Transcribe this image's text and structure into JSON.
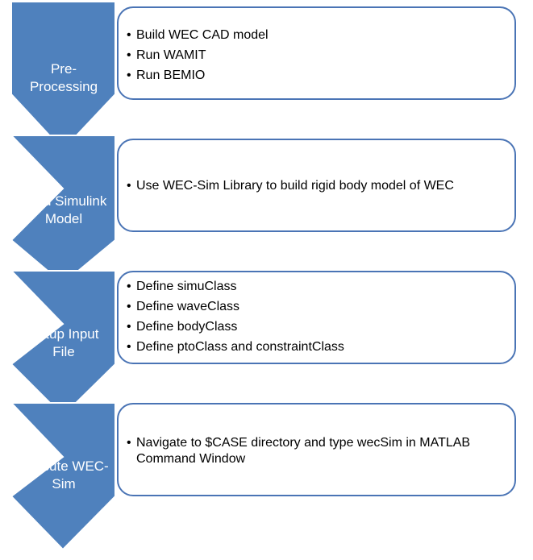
{
  "colors": {
    "chevron_fill": "#4f81bd",
    "chevron_stroke": "#ffffff",
    "box_border": "#4a74b5",
    "box_fill": "#ffffff",
    "text": "#000000",
    "label_text": "#ffffff"
  },
  "stages": [
    {
      "label_lines": [
        "Pre-",
        "Processing"
      ],
      "items": [
        "Build WEC CAD model",
        "Run WAMIT",
        "Run BEMIO"
      ]
    },
    {
      "label_lines": [
        "Build Simulink",
        "Model"
      ],
      "items": [
        "Use WEC-Sim Library to build rigid body model of WEC"
      ]
    },
    {
      "label_lines": [
        "Setup Input",
        "File"
      ],
      "items": [
        "Define simuClass",
        "Define waveClass",
        "Define bodyClass",
        "Define ptoClass and constraintClass"
      ]
    },
    {
      "label_lines": [
        "Execute WEC-",
        "Sim"
      ],
      "items": [
        "Navigate to $CASE directory and type wecSim in MATLAB Command Window"
      ]
    }
  ]
}
